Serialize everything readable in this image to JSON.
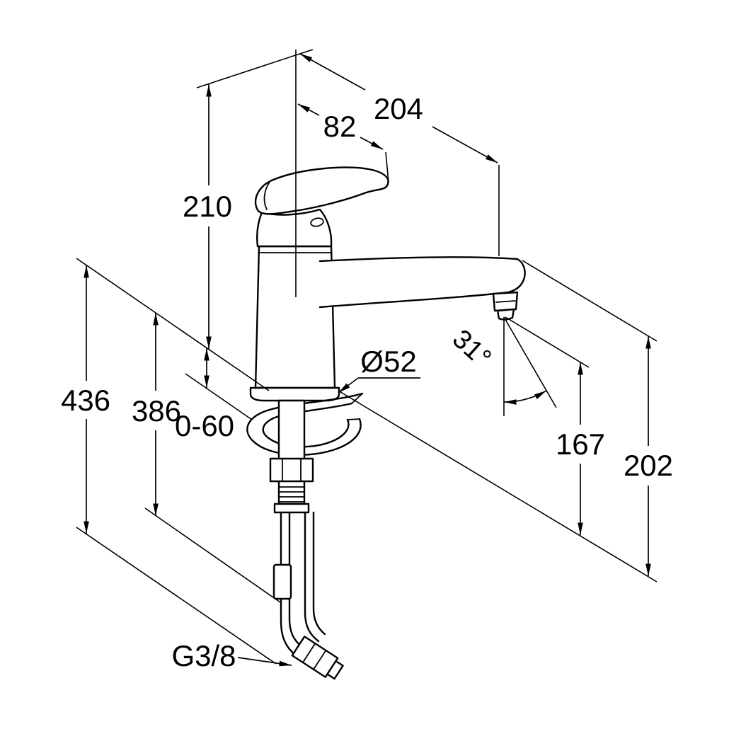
{
  "colors": {
    "background": "#ffffff",
    "line": "#000000",
    "text": "#000000"
  },
  "dimensions": {
    "spout_reach": "204",
    "handle_reach": "82",
    "height_above_deck": "210",
    "overall_depth_below": "436",
    "hose_depth_below": "386",
    "deck_thickness_range": "0-60",
    "base_diameter": "Ø52",
    "stream_angle": "31°",
    "outlet_height": "167",
    "spout_top_height": "202",
    "connection_thread": "G3/8"
  }
}
